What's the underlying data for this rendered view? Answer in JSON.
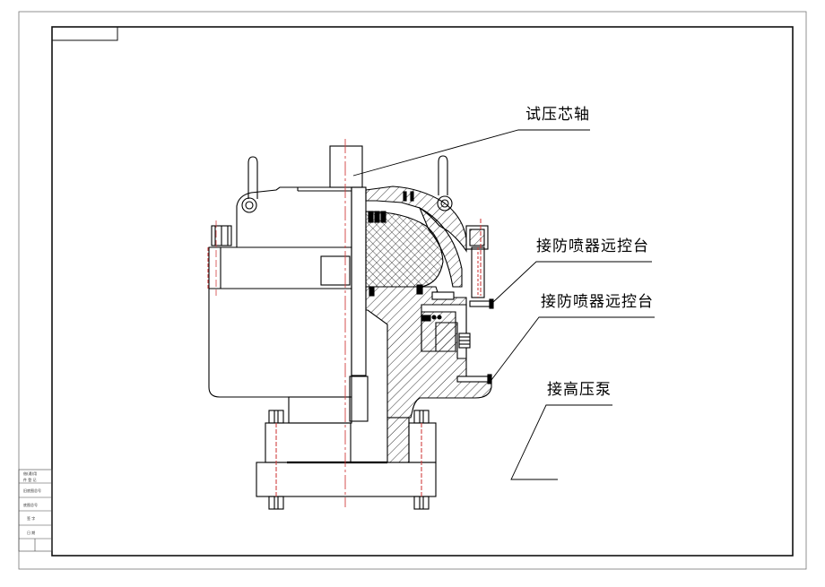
{
  "drawing": {
    "callouts": {
      "test_mandrel": "试压芯轴",
      "remote_console_1": "接防喷器远控台",
      "remote_console_2": "接防喷器远控台",
      "high_pressure_pump": "接高压泵"
    },
    "title_block": [
      "借(通)用",
      "件 登 记",
      "旧底图总号",
      "底图总号",
      "签 字",
      "日 期"
    ],
    "colors": {
      "line": "#000000",
      "center_line": "#d04040",
      "frame": "#222222"
    }
  }
}
